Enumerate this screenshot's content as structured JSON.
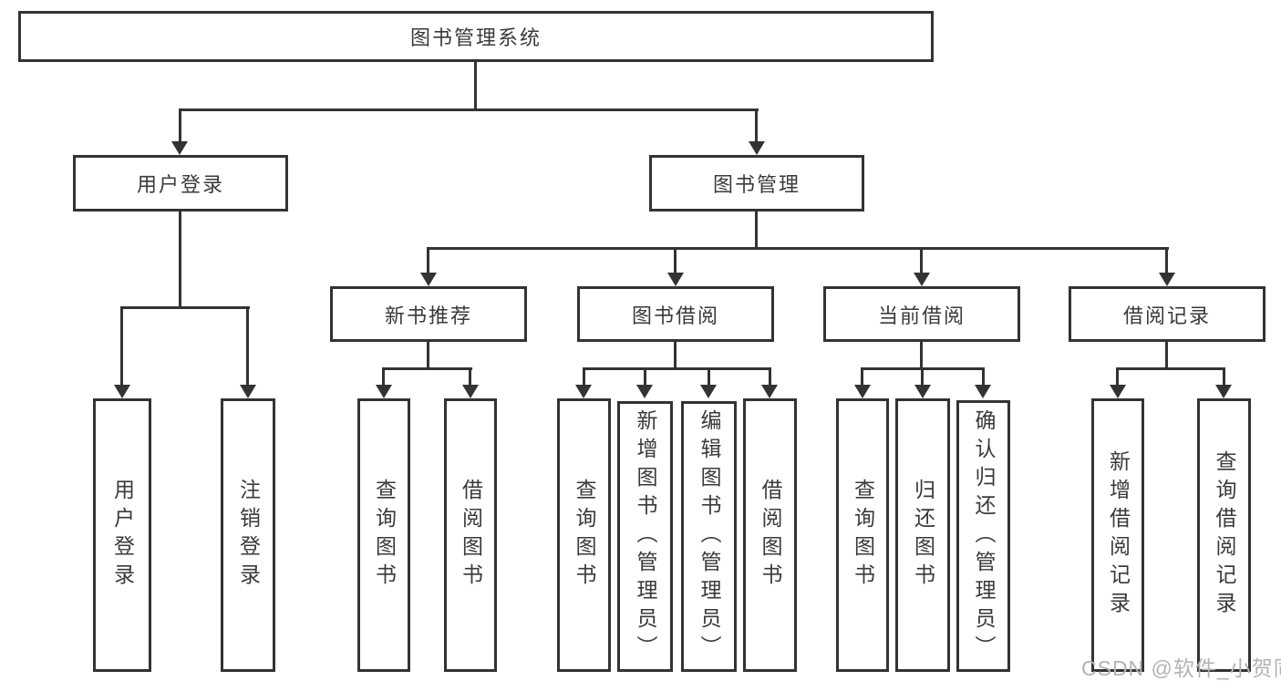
{
  "tree": {
    "label": "图书管理系统",
    "children": [
      {
        "label": "用户登录",
        "children": [
          {
            "label": "用户登录"
          },
          {
            "label": "注销登录"
          }
        ]
      },
      {
        "label": "图书管理",
        "children": [
          {
            "label": "新书推荐",
            "children": [
              {
                "label": "查询图书"
              },
              {
                "label": "借阅图书"
              }
            ]
          },
          {
            "label": "图书借阅",
            "children": [
              {
                "label": "查询图书"
              },
              {
                "label": "新增图书（管理员）"
              },
              {
                "label": "编辑图书（管理员）"
              },
              {
                "label": "借阅图书"
              }
            ]
          },
          {
            "label": "当前借阅",
            "children": [
              {
                "label": "查询图书"
              },
              {
                "label": "归还图书"
              },
              {
                "label": "确认归还（管理员）"
              }
            ]
          },
          {
            "label": "借阅记录",
            "children": [
              {
                "label": "新增借阅记录"
              },
              {
                "label": "查询借阅记录"
              }
            ]
          }
        ]
      }
    ]
  },
  "watermark": "CSDN @软件_小贺同学",
  "colors": {
    "line": "#333333",
    "text": "#3a3a3a",
    "background": "#ffffff",
    "watermark": "#b3b3b3"
  }
}
